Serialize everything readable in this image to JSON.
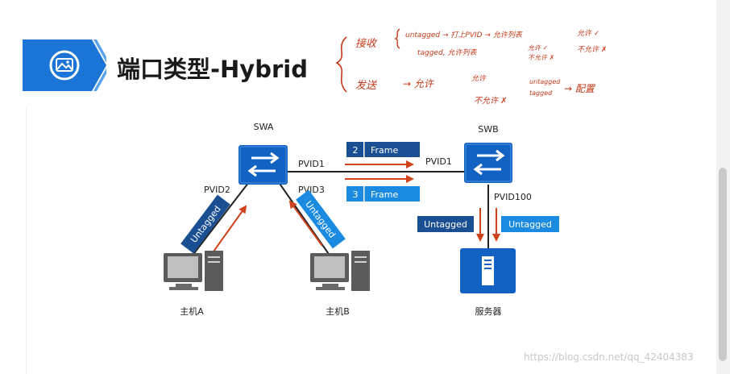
{
  "slide": {
    "title": "端口类型-Hybrid",
    "title_icon": "image-icon"
  },
  "devices": {
    "swa": {
      "label": "SWA",
      "icon": "switch-icon"
    },
    "swb": {
      "label": "SWB",
      "icon": "switch-icon"
    },
    "host_a": {
      "label": "主机A",
      "icon": "desktop-computer-icon"
    },
    "host_b": {
      "label": "主机B",
      "icon": "desktop-computer-icon"
    },
    "server": {
      "label": "服务器",
      "icon": "server-icon"
    }
  },
  "port_labels": {
    "swa_pvid1": "PVID1",
    "swa_pvid2": "PVID2",
    "swa_pvid3": "PVID3",
    "swb_pvid1": "PVID1",
    "swb_pvid100": "PVID100"
  },
  "frames": [
    {
      "vlan": "2",
      "label": "Frame"
    },
    {
      "vlan": "3",
      "label": "Frame"
    }
  ],
  "link_tags": {
    "host_a_link": "Untagged",
    "host_b_link": "Untagged",
    "server_link_left": "Untagged",
    "server_link_right": "Untagged"
  },
  "handwritten_notes": {
    "receive": "接收",
    "receive_untagged": "untagged → 打上PVID → 允许列表",
    "receive_untagged_result_allow": "允许 ✓",
    "receive_untagged_result_deny": "不允许 ✗",
    "receive_tagged": "tagged, 允许列表",
    "receive_tagged_result_allow": "允许 ✓",
    "receive_tagged_result_deny": "不允许 ✗",
    "send": "发送",
    "send_flow": "→ 允许",
    "send_allow_list": "允许",
    "send_deny_list": "不允许 ✗",
    "send_untagged": "untagged",
    "send_tagged": "tagged",
    "send_result": "→ 配置"
  },
  "watermark": "https://blog.csdn.net/qq_42404383",
  "colors": {
    "brand_blue": "#1b75d6",
    "device_blue": "#1262c4",
    "frame_dark": "#1b4f94",
    "frame_light": "#1a8be0",
    "arrow_red": "#d0421b",
    "note_red": "#c53a1a"
  }
}
